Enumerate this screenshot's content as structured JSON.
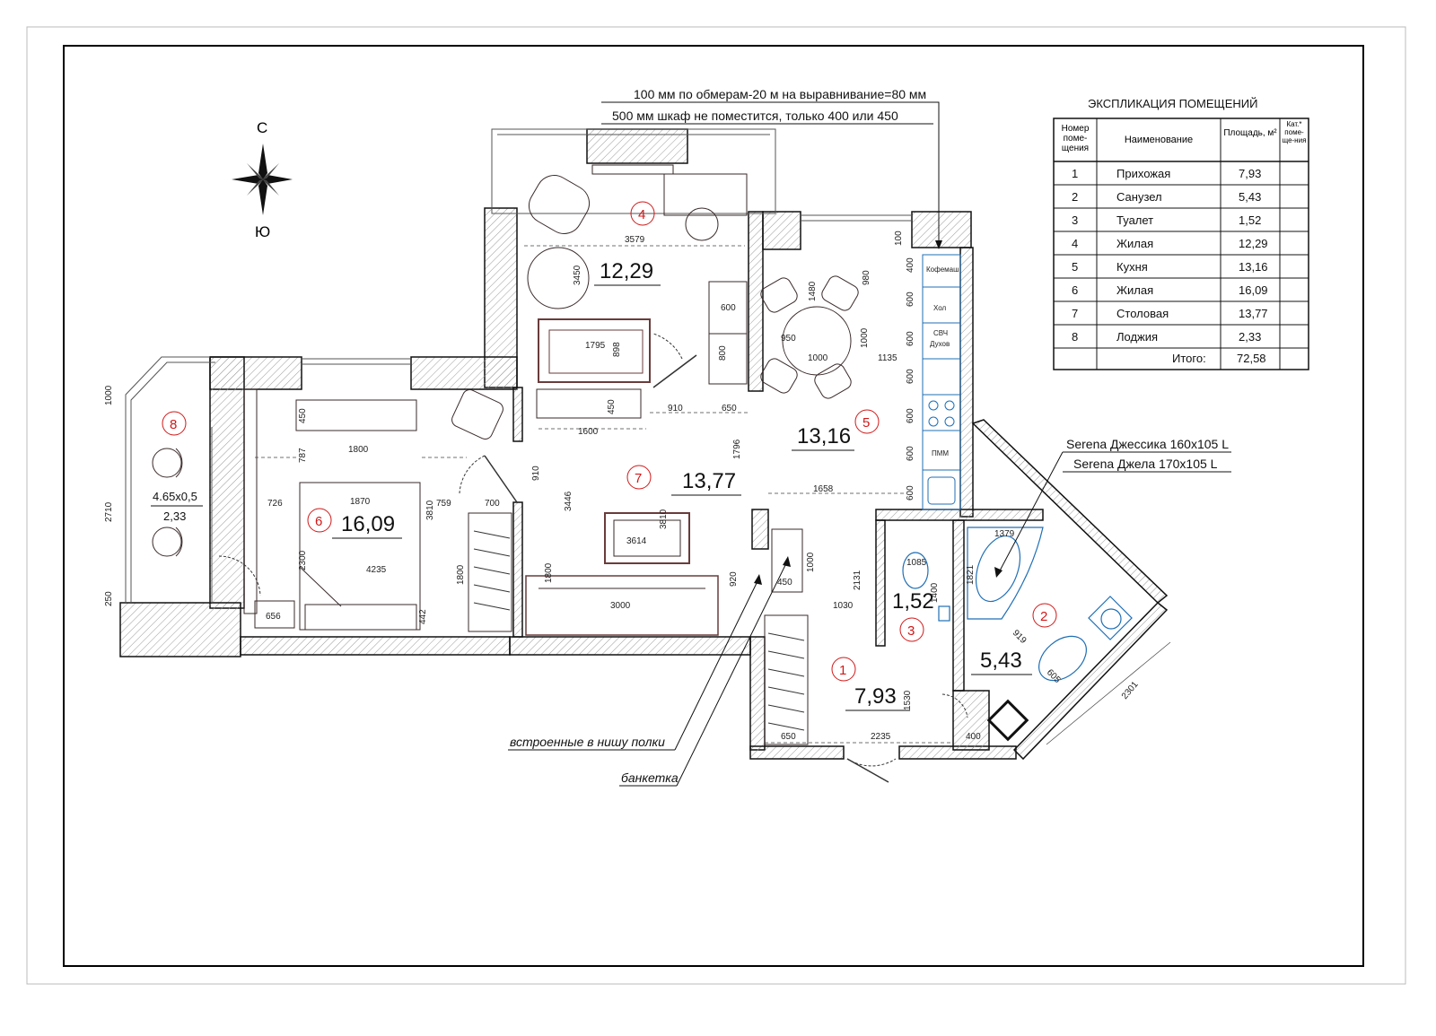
{
  "compass": {
    "north": "С",
    "south": "Ю"
  },
  "notes": {
    "top_line1": "100 мм по обмерам-20 м на выравнивание=80 мм",
    "top_line2": "500 мм шкаф не поместится, только 400 или 450",
    "bath_line1": "Serena Джессика 160х105 L",
    "bath_line2": "Serena Джела 170х105 L",
    "shelves": "встроенные в нишу полки",
    "bench": "банкетка"
  },
  "rooms": [
    {
      "num": "1",
      "area": "7,93"
    },
    {
      "num": "2",
      "area": "5,43"
    },
    {
      "num": "3",
      "area": "1,52"
    },
    {
      "num": "4",
      "area": "12,29"
    },
    {
      "num": "5",
      "area": "13,16"
    },
    {
      "num": "6",
      "area": "16,09"
    },
    {
      "num": "7",
      "area": "13,77"
    },
    {
      "num": "8",
      "area": "2,33"
    }
  ],
  "loggia_size": "4.65х0,5",
  "kitchen_appliances": [
    "Кофемаш",
    "Хол",
    "СВЧ",
    "Духов",
    "ПММ"
  ],
  "dimensions": [
    "3579",
    "3450",
    "1795",
    "898",
    "600",
    "800",
    "910",
    "650",
    "1600",
    "450",
    "1480",
    "980",
    "950",
    "1000",
    "1000",
    "1135",
    "400",
    "600",
    "600",
    "600",
    "600",
    "600",
    "600",
    "1796",
    "1658",
    "1800",
    "787",
    "450",
    "726",
    "1870",
    "759",
    "3810",
    "2300",
    "4235",
    "1800",
    "442",
    "656",
    "910",
    "700",
    "3446",
    "3614",
    "3810",
    "1800",
    "3000",
    "920",
    "1000",
    "450",
    "1030",
    "2131",
    "1085",
    "1400",
    "1379",
    "1821",
    "919",
    "605",
    "2301",
    "1530",
    "650",
    "2235",
    "400",
    "1000",
    "2710",
    "250",
    "100"
  ],
  "table": {
    "title": "ЭКСПЛИКАЦИЯ ПОМЕЩЕНИЙ",
    "headers": [
      "Номер поме-щения",
      "Наименование",
      "Площадь, м²",
      "Кат.* поме-ще-ния"
    ],
    "rows": [
      [
        "1",
        "Прихожая",
        "7,93",
        ""
      ],
      [
        "2",
        "Санузел",
        "5,43",
        ""
      ],
      [
        "3",
        "Туалет",
        "1,52",
        ""
      ],
      [
        "4",
        "Жилая",
        "12,29",
        ""
      ],
      [
        "5",
        "Кухня",
        "13,16",
        ""
      ],
      [
        "6",
        "Жилая",
        "16,09",
        ""
      ],
      [
        "7",
        "Столовая",
        "13,77",
        ""
      ],
      [
        "8",
        "Лоджия",
        "2,33",
        ""
      ]
    ],
    "total_label": "Итого:",
    "total_value": "72,58"
  },
  "colors": {
    "wall": "#111111",
    "hatch": "#999999",
    "mark": "#d01818",
    "plumbing": "#1f6fb5",
    "furniture": "#6a3b3b"
  }
}
